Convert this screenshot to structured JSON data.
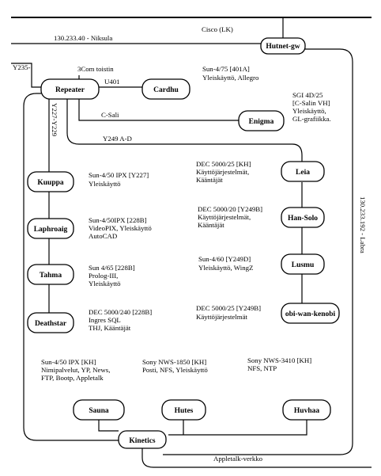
{
  "nodes": {
    "hutnet": "Hutnet-gw",
    "repeater": "Repeater",
    "cardhu": "Cardhu",
    "enigma": "Enigma",
    "kuuppa": "Kuuppa",
    "laphroaig": "Laphroaig",
    "tahma": "Tahma",
    "deathstar": "Deathstar",
    "leia": "Leia",
    "hansolo": "Han-Solo",
    "luuma": "Lusmu",
    "obiwan": "obi-wan-kenobi",
    "sauna": "Sauna",
    "hutes": "Hutes",
    "huvihaa": "Huvhaa",
    "kinetics": "Kinetics"
  },
  "links": {
    "cisco": "Cisco (LK)",
    "niksula": "130.233.40 - Niksula",
    "y235": "Y235-",
    "threecom": "3Com toistin",
    "u401": "U401",
    "csali": "C-Sali",
    "y249ad": "Y249 A-D",
    "y227": "Y227-Y229",
    "labra": "130.233.192 - Labra",
    "appletalk": "Appletalk-verkko"
  },
  "notes": {
    "cardhu": [
      "Sun-4/75 [401A]",
      "Yleiskäyttö, Allegro"
    ],
    "enigma": [
      "SGI 4D/25",
      "[C-Salin VH]",
      "Yleiskäyttö,",
      "GL-grafiikka."
    ],
    "kuuppa": [
      "Sun-4/50 IPX [Y227]",
      "Yleiskäyttö"
    ],
    "laphroaig": [
      "Sun-4/50IPX [228B]",
      "VideoPIX, Yleiskäyttö",
      "AutoCAD"
    ],
    "tahma": [
      "Sun 4/65 [228B]",
      "Prolog-III,",
      "Yleiskäyttö"
    ],
    "deathstar": [
      "DEC 5000/240 [228B]",
      "Ingres SQL",
      "THJ, Kääntäjät"
    ],
    "leia": [
      "DEC 5000/25 [KH]",
      "Käyttöjärjestelmät,",
      "Kääntäjät"
    ],
    "hansolo": [
      "DEC 5000/20 [Y249B]",
      "Käyttöjärjestelmät,",
      "Kääntäjät"
    ],
    "luuma": [
      "Sun-4/60 [Y249D]",
      "Yleiskäyttö, WingZ"
    ],
    "obiwan": [
      "DEC 5000/25 [Y249B]",
      "Käyttöjärjestelmät"
    ],
    "sauna": [
      "Sun-4/50 IPX [KH]",
      "Nimipalvelut, YP, News,",
      "FTP, Bootp, Appletalk"
    ],
    "hutes": [
      "Sony NWS-1850 [KH]",
      "Posti, NFS, Yleiskäyttö"
    ],
    "huvihaa": [
      "Sony NWS-3410 [KH]",
      "NFS, NTP"
    ]
  }
}
